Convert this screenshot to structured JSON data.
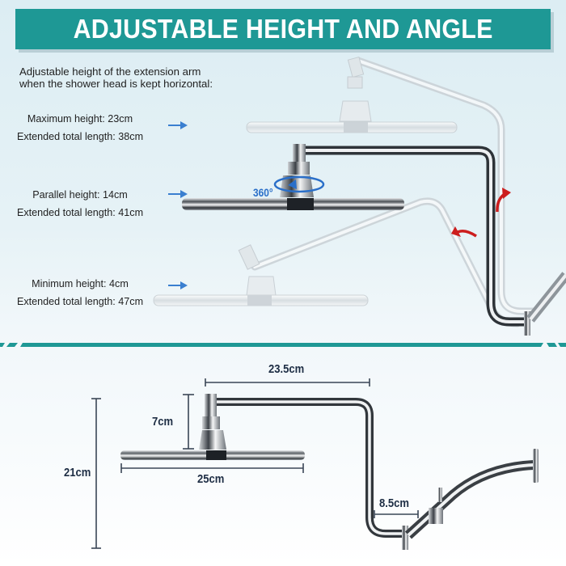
{
  "banner": {
    "title": "ADJUSTABLE HEIGHT AND ANGLE",
    "background_color": "#1e9895",
    "text_color": "#ffffff"
  },
  "intro": {
    "line1": "Adjustable height of the extension arm",
    "line2": "when the shower head is kept horizontal:"
  },
  "positions": [
    {
      "height_label": "Maximum height: 23cm",
      "length_label": "Extended total length: 38cm"
    },
    {
      "height_label": "Parallel height: 14cm",
      "length_label": "Extended total length: 41cm"
    },
    {
      "height_label": "Minimum height: 4cm",
      "length_label": "Extended total length: 47cm"
    }
  ],
  "rotation_badge": {
    "label": "360°",
    "color": "#2a6fc9"
  },
  "arrow_colors": {
    "pointer": "#3a7fd0",
    "adjust": "#cc1d1d"
  },
  "dimensions": {
    "arm_length": "23.5cm",
    "neck_height": "7cm",
    "head_diameter": "25cm",
    "total_drop": "21cm",
    "offset": "8.5cm",
    "color": "#1d2d44"
  },
  "divider_color": "#1e9895"
}
